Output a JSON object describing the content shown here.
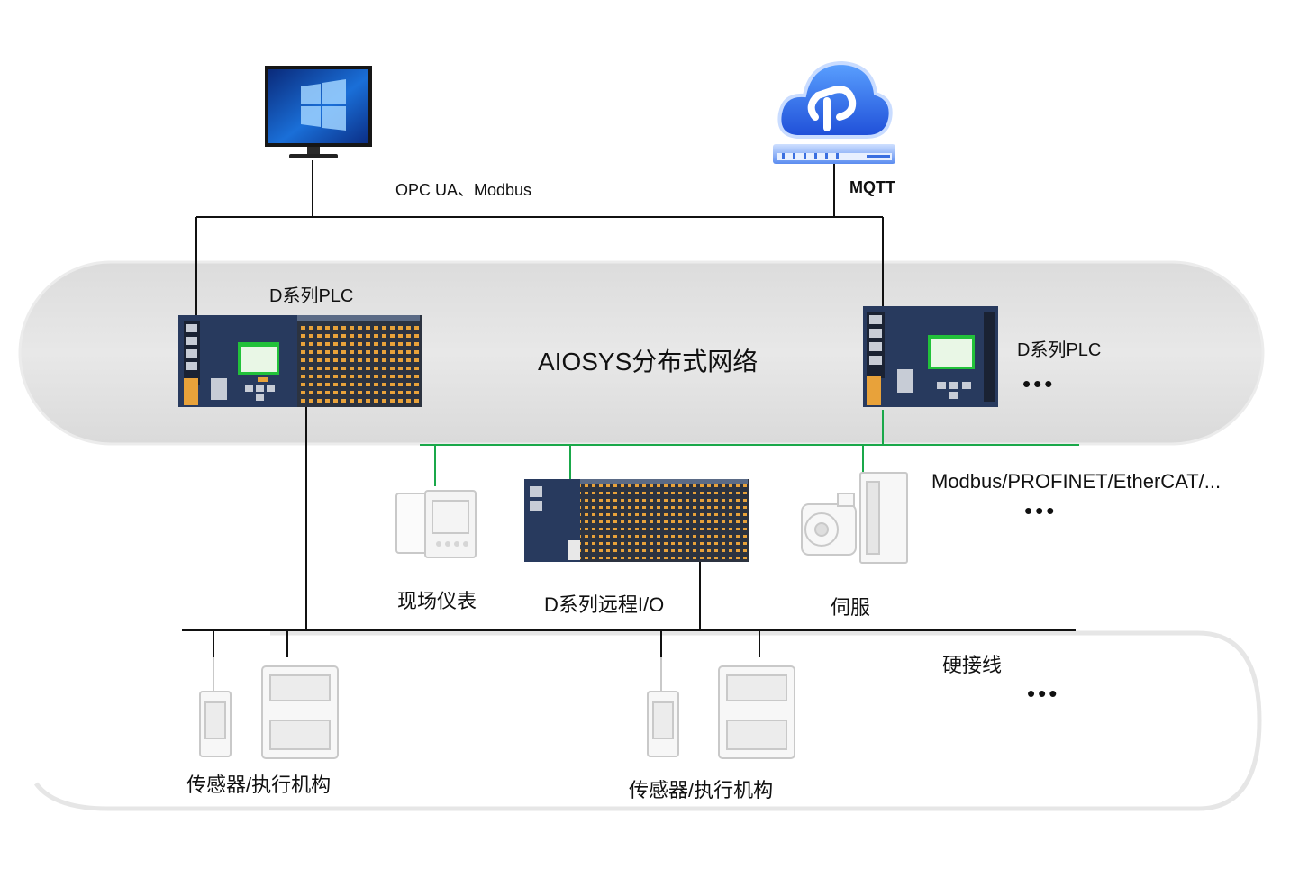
{
  "network_name": "AIOSYS分布式网络",
  "protocols": {
    "pc_link": "OPC UA、Modbus",
    "cloud_link": "MQTT",
    "fieldbus": "Modbus/PROFINET/EtherCAT/...",
    "hardwire": "硬接线"
  },
  "devices": {
    "plc_left": "D系列PLC",
    "plc_right": "D系列PLC",
    "field_meter": "现场仪表",
    "remote_io": "D系列远程I/O",
    "servo": "伺服",
    "sensor_actuator_left": "传感器/执行机构",
    "sensor_actuator_right": "传感器/执行机构"
  },
  "ellipsis": "•••",
  "colors": {
    "network_band": "#e4e4e4",
    "fieldbus_line": "#1aa84a",
    "wire": "#111111",
    "device_navy": "#283a5e",
    "terminal_orange": "#e8a23a",
    "cloud_blue": "#2f6df0"
  },
  "icons": {
    "computer": "desktop-monitor-icon",
    "cloud": "cloud-platform-icon"
  }
}
